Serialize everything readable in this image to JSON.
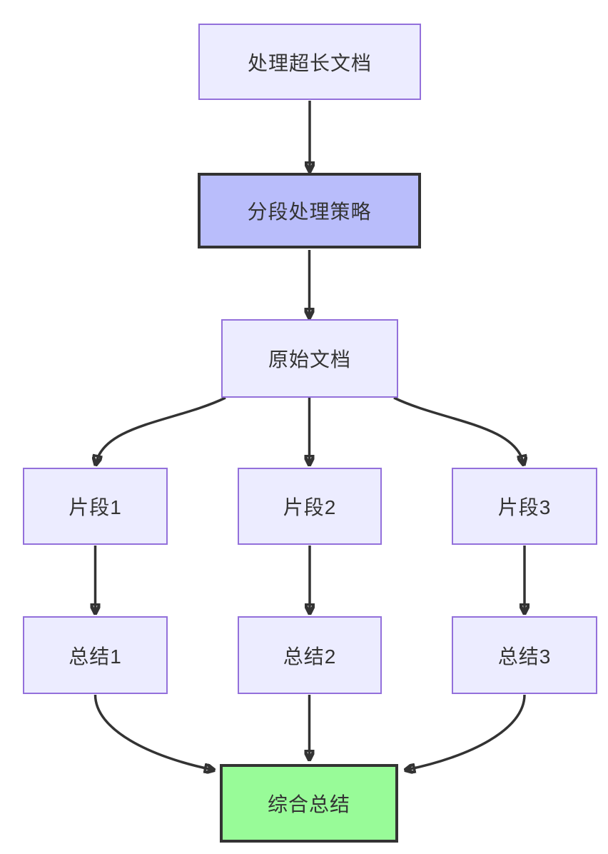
{
  "diagram": {
    "type": "flowchart-top-down",
    "background": "#ffffff",
    "colors": {
      "node_fill": "#ECECFF",
      "node_border": "#9370DB",
      "emphasis_fill": "#B9BDFB",
      "success_fill": "#98FB98",
      "strong_border": "#333333",
      "edge_color": "#333333",
      "text_color": "#333333"
    },
    "nodes": {
      "doc": {
        "label": "处理超长文档",
        "style": "default"
      },
      "strategy": {
        "label": "分段处理策略",
        "style": "emphasis"
      },
      "original": {
        "label": "原始文档",
        "style": "default"
      },
      "frag1": {
        "label": "片段1",
        "style": "default"
      },
      "frag2": {
        "label": "片段2",
        "style": "default"
      },
      "frag3": {
        "label": "片段3",
        "style": "default"
      },
      "sum1": {
        "label": "总结1",
        "style": "default"
      },
      "sum2": {
        "label": "总结2",
        "style": "default"
      },
      "sum3": {
        "label": "总结3",
        "style": "default"
      },
      "final": {
        "label": "综合总结",
        "style": "success"
      }
    },
    "edges": [
      {
        "from": "doc",
        "to": "strategy"
      },
      {
        "from": "strategy",
        "to": "original"
      },
      {
        "from": "original",
        "to": "frag1"
      },
      {
        "from": "original",
        "to": "frag2"
      },
      {
        "from": "original",
        "to": "frag3"
      },
      {
        "from": "frag1",
        "to": "sum1"
      },
      {
        "from": "frag2",
        "to": "sum2"
      },
      {
        "from": "frag3",
        "to": "sum3"
      },
      {
        "from": "sum1",
        "to": "final"
      },
      {
        "from": "sum2",
        "to": "final"
      },
      {
        "from": "sum3",
        "to": "final"
      }
    ]
  }
}
